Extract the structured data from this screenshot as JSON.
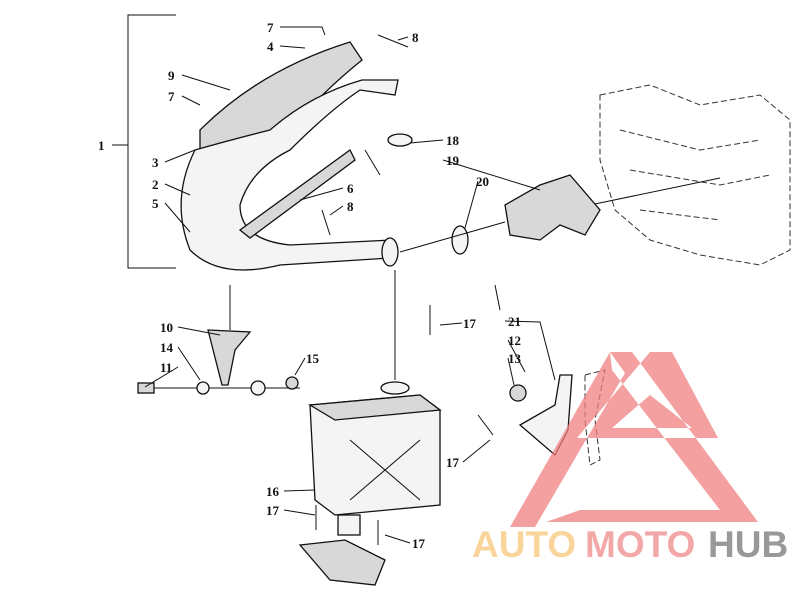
{
  "diagram": {
    "callouts": [
      {
        "id": "c1",
        "text": "1"
      },
      {
        "id": "c7a",
        "text": "7"
      },
      {
        "id": "c4",
        "text": "4"
      },
      {
        "id": "c8a",
        "text": "8"
      },
      {
        "id": "c9",
        "text": "9"
      },
      {
        "id": "c7b",
        "text": "7"
      },
      {
        "id": "c3",
        "text": "3"
      },
      {
        "id": "c2",
        "text": "2"
      },
      {
        "id": "c5",
        "text": "5"
      },
      {
        "id": "c6",
        "text": "6"
      },
      {
        "id": "c8b",
        "text": "8"
      },
      {
        "id": "c18",
        "text": "18"
      },
      {
        "id": "c19",
        "text": "19"
      },
      {
        "id": "c20",
        "text": "20"
      },
      {
        "id": "c10",
        "text": "10"
      },
      {
        "id": "c14",
        "text": "14"
      },
      {
        "id": "c11",
        "text": "11"
      },
      {
        "id": "c15",
        "text": "15"
      },
      {
        "id": "c17a",
        "text": "17"
      },
      {
        "id": "c21",
        "text": "21"
      },
      {
        "id": "c12",
        "text": "12"
      },
      {
        "id": "c13",
        "text": "13"
      },
      {
        "id": "c17b",
        "text": "17"
      },
      {
        "id": "c16",
        "text": "16"
      },
      {
        "id": "c17c",
        "text": "17"
      },
      {
        "id": "c17d",
        "text": "17"
      }
    ]
  },
  "watermark": {
    "part1": "AUTO",
    "part2": "MOTO",
    "part3": "HUB",
    "colors": {
      "auto": "#f9c77a",
      "moto": "#f08b8b",
      "hub": "#8e8e8e",
      "triangle": "#f08080"
    }
  }
}
